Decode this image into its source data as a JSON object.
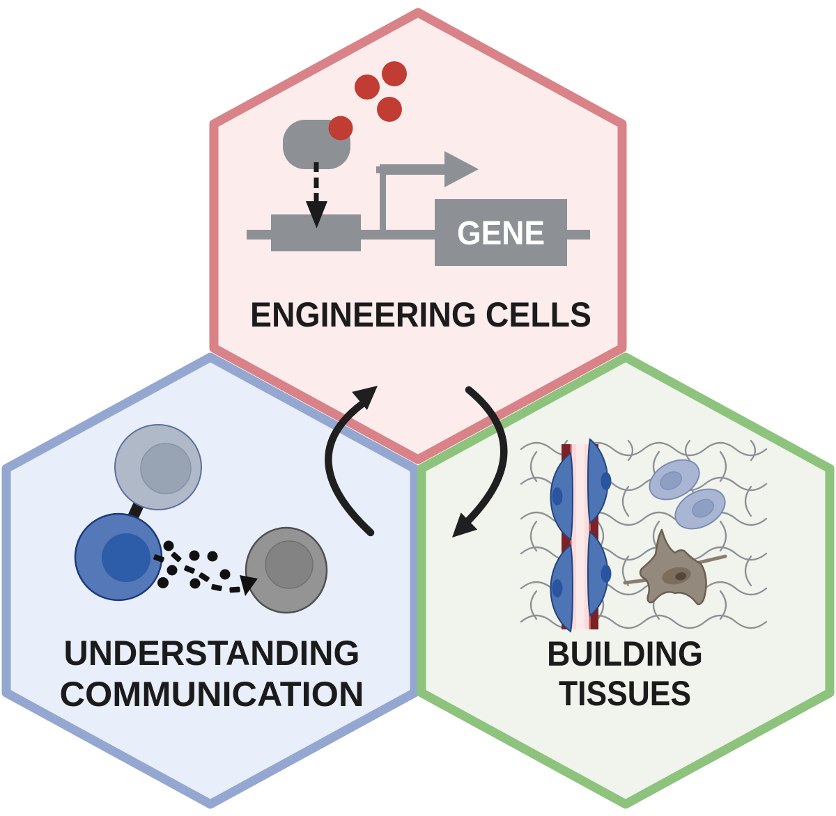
{
  "figure": {
    "type": "hexagon-cycle-diagram",
    "description": "Three hexagons: engineering cells (top), understanding communication (bottom left), building tissues (bottom right), linked by cycle arrows"
  },
  "colors": {
    "background": "#ffffff",
    "top_hex_border": "#d98287",
    "top_hex_fill": "#fcecec",
    "left_hex_border": "#93a7d1",
    "left_hex_fill": "#e8eefa",
    "right_hex_border": "#8dc37d",
    "right_hex_fill": "#f0f4ec",
    "diagram_gray": "#8d9196",
    "molecule_red": "#c13c32",
    "cycle_arrow_black": "#1f1f1f",
    "label_text": "#1b1b1b",
    "gene_label_text": "#ffffff",
    "vessel_wall_dark_red": "#7c2125",
    "vessel_lumen_pink": "#f9dbdc",
    "pericyte_blue": "#4d74b5",
    "sender_cell_blue": "#5478b8",
    "sender_nucleus_blue": "#2d5da9",
    "receiver_cell_gray": "#949494",
    "neighbor_cell_gray_blue": "#b0b9c7",
    "tissue_cell_blue_gray": "#a9b6d3",
    "fibroblast_taupe": "#94897d",
    "ecm_mesh_gray": "#8d9196"
  },
  "hexagons": {
    "top": {
      "label": "ENGINEERING CELLS",
      "position": "top"
    },
    "bottom_left": {
      "label_line1": "UNDERSTANDING",
      "label_line2": "COMMUNICATION",
      "position": "bottom-left"
    },
    "bottom_right": {
      "label_line1": "BUILDING",
      "label_line2": "TISSUES",
      "position": "bottom-right"
    }
  },
  "gene_construct": {
    "gene_box_label": "GENE"
  }
}
